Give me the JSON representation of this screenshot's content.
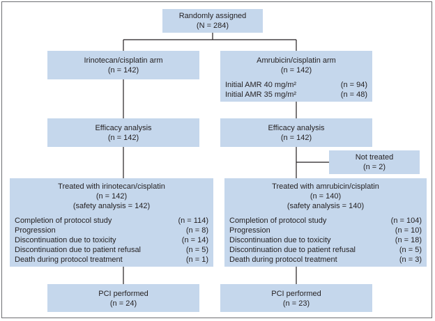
{
  "randomized": {
    "title": "Randomly assigned",
    "n": "(N = 284)"
  },
  "arm_irinotecan": {
    "title": "Irinotecan/cisplatin arm",
    "n": "(n = 142)"
  },
  "arm_amrubicin": {
    "title": "Amrubicin/cisplatin arm",
    "n": "(n = 142)",
    "doses": [
      {
        "label": "Initial AMR 40 mg/m²",
        "n": "(n = 94)"
      },
      {
        "label": "Initial AMR 35 mg/m²",
        "n": "(n = 48)"
      }
    ]
  },
  "efficacy_left": {
    "title": "Efficacy analysis",
    "n": "(n = 142)"
  },
  "efficacy_right": {
    "title": "Efficacy analysis",
    "n": "(n = 142)"
  },
  "not_treated": {
    "title": "Not treated",
    "n": "(n = 2)"
  },
  "treated_left": {
    "title": "Treated with irinotecan/cisplatin",
    "n": "(n = 142)",
    "safety": "(safety analysis = 142)",
    "outcomes": [
      {
        "label": "Completion of protocol study",
        "n": "(n = 114)"
      },
      {
        "label": "Progression",
        "n": "(n = 8)"
      },
      {
        "label": "Discontinuation due to toxicity",
        "n": "(n = 14)"
      },
      {
        "label": "Discontinuation due to patient refusal",
        "n": "(n = 5)"
      },
      {
        "label": "Death during protocol treatment",
        "n": "(n = 1)"
      }
    ]
  },
  "treated_right": {
    "title": "Treated with amrubicin/cisplatin",
    "n": "(n = 140)",
    "safety": "(safety analysis = 140)",
    "outcomes": [
      {
        "label": "Completion of protocol study",
        "n": "(n = 104)"
      },
      {
        "label": "Progression",
        "n": "(n = 10)"
      },
      {
        "label": "Discontinuation due to toxicity",
        "n": "(n = 18)"
      },
      {
        "label": "Discontinuation due to patient refusal",
        "n": "(n = 5)"
      },
      {
        "label": "Death during protocol treatment",
        "n": "(n = 3)"
      }
    ]
  },
  "pci_left": {
    "title": "PCI performed",
    "n": "(n = 24)"
  },
  "pci_right": {
    "title": "PCI performed",
    "n": "(n = 23)"
  },
  "colors": {
    "box_fill": "#c5d7ec",
    "line": "#231f20",
    "frame": "#6d6e71"
  }
}
